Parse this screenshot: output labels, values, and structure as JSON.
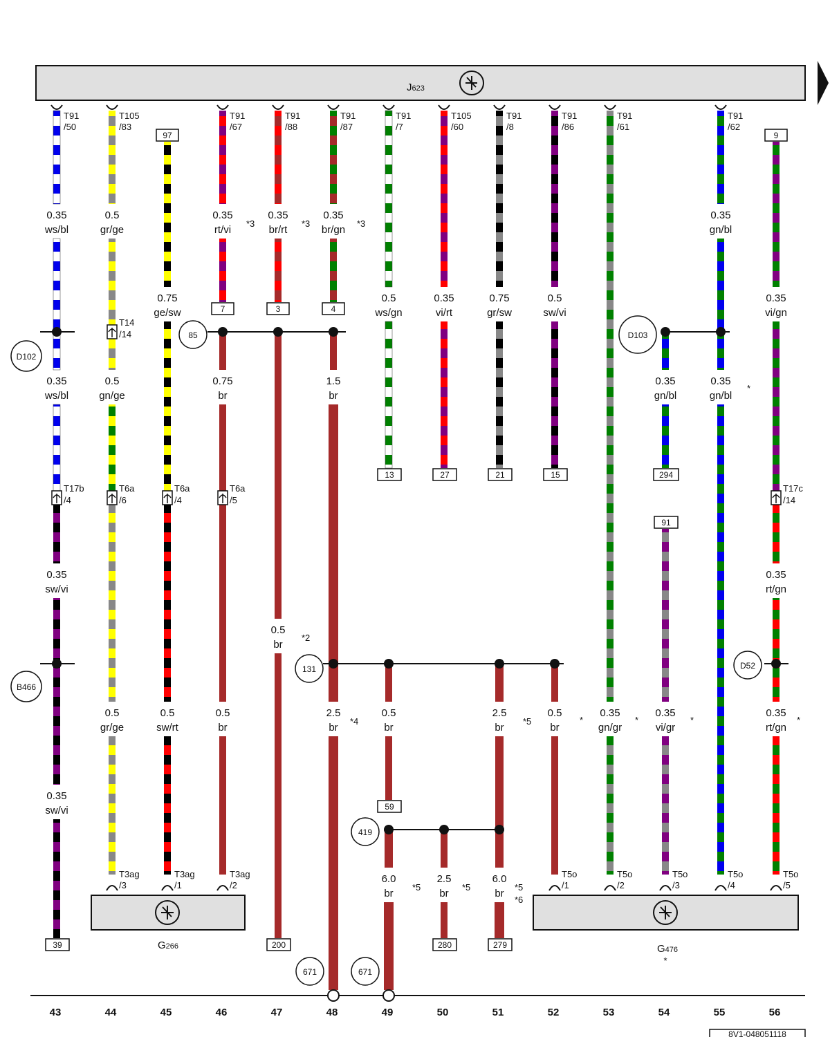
{
  "colors": {
    "ws": "#ffffff",
    "bl": "#0000ee",
    "gr": "#888888",
    "ge": "#ffff00",
    "sw": "#000000",
    "rt": "#ff0000",
    "vi": "#800080",
    "br": "#a52a2a",
    "gn": "#008000",
    "component_fill": "#e0e0e0",
    "line": "#111111"
  },
  "components": {
    "top": {
      "name": "J",
      "sub": "623",
      "icon": "ecu-control-unit-icon"
    },
    "bottom_left": {
      "name": "G",
      "sub": "266",
      "icon": "sender-icon"
    },
    "bottom_right": {
      "name": "G",
      "sub": "476",
      "note": "*",
      "icon": "sender-icon"
    }
  },
  "document_id": "8V1-048051118",
  "column_numbers": [
    "43",
    "44",
    "45",
    "46",
    "47",
    "48",
    "49",
    "50",
    "51",
    "52",
    "53",
    "54",
    "55",
    "56"
  ],
  "splices": [
    {
      "id": "D102"
    },
    {
      "id": "B466"
    },
    {
      "id": "85"
    },
    {
      "id": "D103"
    },
    {
      "id": "131"
    },
    {
      "id": "D52"
    },
    {
      "id": "419"
    },
    {
      "id": "671"
    },
    {
      "id": "671"
    }
  ],
  "ref_boxes": [
    "97",
    "7",
    "3",
    "4",
    "13",
    "27",
    "21",
    "15",
    "294",
    "9",
    "91",
    "59",
    "39",
    "200",
    "280",
    "279"
  ],
  "pins": [
    {
      "a": "T91",
      "b": "/50"
    },
    {
      "a": "T105",
      "b": "/83"
    },
    {
      "a": "T91",
      "b": "/67"
    },
    {
      "a": "T91",
      "b": "/88"
    },
    {
      "a": "T91",
      "b": "/87"
    },
    {
      "a": "T91",
      "b": "/7"
    },
    {
      "a": "T105",
      "b": "/60"
    },
    {
      "a": "T91",
      "b": "/8"
    },
    {
      "a": "T91",
      "b": "/86"
    },
    {
      "a": "T91",
      "b": "/61"
    },
    {
      "a": "T91",
      "b": "/62"
    },
    {
      "a": "T14",
      "b": "/14"
    },
    {
      "a": "T17b",
      "b": "/4"
    },
    {
      "a": "T6a",
      "b": "/6"
    },
    {
      "a": "T6a",
      "b": "/4"
    },
    {
      "a": "T6a",
      "b": "/5"
    },
    {
      "a": "T17c",
      "b": "/14"
    },
    {
      "a": "T3ag",
      "b": "/3"
    },
    {
      "a": "T3ag",
      "b": "/1"
    },
    {
      "a": "T3ag",
      "b": "/2"
    },
    {
      "a": "T5o",
      "b": "/1"
    },
    {
      "a": "T5o",
      "b": "/2"
    },
    {
      "a": "T5o",
      "b": "/3"
    },
    {
      "a": "T5o",
      "b": "/4"
    },
    {
      "a": "T5o",
      "b": "/5"
    }
  ],
  "wire_labels": [
    {
      "size": "0.35",
      "color": "ws/bl"
    },
    {
      "size": "0.5",
      "color": "gr/ge"
    },
    {
      "size": "0.35",
      "color": "rt/vi"
    },
    {
      "size": "0.35",
      "color": "br/rt"
    },
    {
      "size": "0.35",
      "color": "br/gn"
    },
    {
      "size": "0.35",
      "color": "gn/bl"
    },
    {
      "size": "0.75",
      "color": "ge/sw"
    },
    {
      "size": "0.5",
      "color": "ws/gn"
    },
    {
      "size": "0.35",
      "color": "vi/rt"
    },
    {
      "size": "0.75",
      "color": "gr/sw"
    },
    {
      "size": "0.5",
      "color": "sw/vi"
    },
    {
      "size": "0.35",
      "color": "vi/gn"
    },
    {
      "size": "0.35",
      "color": "ws/bl"
    },
    {
      "size": "0.5",
      "color": "gn/ge"
    },
    {
      "size": "0.75",
      "color": "br"
    },
    {
      "size": "1.5",
      "color": "br"
    },
    {
      "size": "0.35",
      "color": "gn/bl"
    },
    {
      "size": "0.35",
      "color": "gn/bl"
    },
    {
      "size": "0.35",
      "color": "sw/vi"
    },
    {
      "size": "0.35",
      "color": "rt/gn"
    },
    {
      "size": "0.5",
      "color": "br"
    },
    {
      "size": "0.5",
      "color": "gr/ge"
    },
    {
      "size": "0.5",
      "color": "sw/rt"
    },
    {
      "size": "0.5",
      "color": "br"
    },
    {
      "size": "2.5",
      "color": "br"
    },
    {
      "size": "0.5",
      "color": "br"
    },
    {
      "size": "2.5",
      "color": "br"
    },
    {
      "size": "0.5",
      "color": "br"
    },
    {
      "size": "0.35",
      "color": "gn/gr"
    },
    {
      "size": "0.35",
      "color": "vi/gr"
    },
    {
      "size": "0.35",
      "color": "rt/gn"
    },
    {
      "size": "0.35",
      "color": "sw/vi"
    },
    {
      "size": "6.0",
      "color": "br"
    },
    {
      "size": "2.5",
      "color": "br"
    },
    {
      "size": "6.0",
      "color": "br"
    }
  ],
  "notes": [
    "*3",
    "*3",
    "*3",
    "*",
    "*2",
    "*4",
    "*5",
    "*",
    "*",
    "*",
    "*",
    "*5",
    "*5",
    "*5",
    "*6"
  ]
}
